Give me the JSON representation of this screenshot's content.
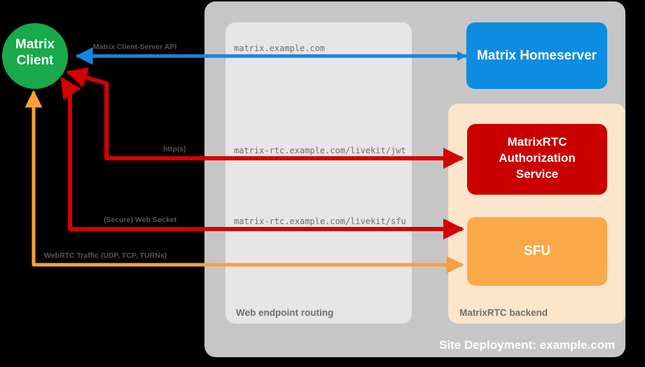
{
  "diagram": {
    "title": "Site Deployment: example.com",
    "colors": {
      "background": "#000000",
      "site_panel": "#c6c6c6",
      "routing_panel": "#e6e6e6",
      "backend_panel": "#fde5cb",
      "client": "#17a94a",
      "homeserver": "#0d8ce0",
      "auth_service": "#ca0000",
      "sfu": "#f9a949",
      "arrow_blue": "#1585e0",
      "arrow_red": "#d40000",
      "arrow_orange": "#f5a13c",
      "caption_grey": "#6e6e6e",
      "endpoint_grey": "#6f6f6f",
      "edge_label_grey": "#565656"
    },
    "nodes": {
      "client": {
        "label": "Matrix\nClient",
        "line1": "Matrix",
        "line2": "Client",
        "shape": "circle"
      },
      "homeserver": {
        "label": "Matrix Homeserver",
        "shape": "rounded-rect"
      },
      "auth_service": {
        "label": "MatrixRTC\nAuthorization\nService",
        "line1": "MatrixRTC",
        "line2": "Authorization",
        "line3": "Service",
        "shape": "rounded-rect"
      },
      "sfu": {
        "label": "SFU",
        "shape": "rounded-rect"
      }
    },
    "groups": {
      "site": {
        "caption": "Site Deployment: example.com"
      },
      "routing": {
        "caption": "Web endpoint routing"
      },
      "backend": {
        "caption": "MatrixRTC backend"
      }
    },
    "edges": [
      {
        "id": "cs-api",
        "protocol_label": "Matrix Client-Server API",
        "endpoint_label": "matrix.example.com",
        "color": "#1585e0",
        "from": "homeserver",
        "to": "client",
        "direction": "left"
      },
      {
        "id": "livekit-jwt",
        "protocol_label": "http(s)",
        "endpoint_label": "matrix-rtc.example.com/livekit/jwt",
        "color": "#d40000",
        "from": "client",
        "to": "auth_service",
        "direction": "right"
      },
      {
        "id": "livekit-sfu",
        "protocol_label": "(Secure) Web Socket",
        "endpoint_label": "matrix-rtc.example.com/livekit/sfu",
        "color": "#d40000",
        "from": "client",
        "to": "sfu",
        "direction": "right"
      },
      {
        "id": "webrtc",
        "protocol_label": "WebRTC Traffic (UDP, TCP, TURNs)",
        "endpoint_label": "",
        "color": "#f5a13c",
        "from": "client",
        "to": "sfu",
        "direction": "right"
      }
    ]
  }
}
